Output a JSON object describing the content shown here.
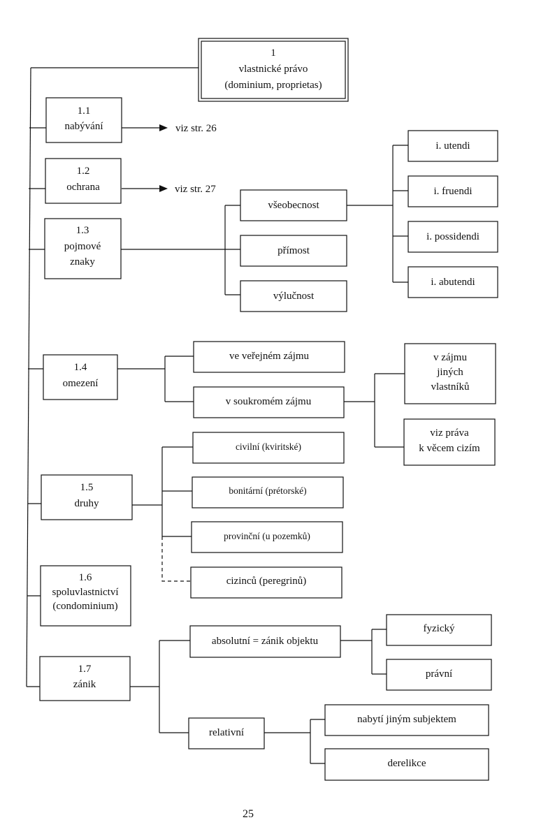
{
  "root": {
    "number": "1",
    "title": "vlastnické právo",
    "latin": "(dominium, proprietas)"
  },
  "nabyvani": {
    "number": "1.1",
    "label": "nabývání",
    "ref": "viz str. 26"
  },
  "ochrana": {
    "number": "1.2",
    "label": "ochrana",
    "ref": "viz str. 27"
  },
  "znaky": {
    "number": "1.3",
    "label_line1": "pojmové",
    "label_line2": "znaky",
    "items": [
      "všeobecnost",
      "přímost",
      "výlučnost"
    ],
    "iura": [
      "i. utendi",
      "i. fruendi",
      "i. possidendi",
      "i. abutendi"
    ]
  },
  "omezeni": {
    "number": "1.4",
    "label": "omezení",
    "public": "ve veřejném zájmu",
    "private": "v soukromém zájmu",
    "owners": [
      "v zájmu",
      "jiných",
      "vlastníků"
    ],
    "other_rights": [
      "viz práva",
      "k věcem cizím"
    ]
  },
  "druhy": {
    "number": "1.5",
    "label": "druhy",
    "items": [
      "civilní (kviritské)",
      "bonitární (prétorské)",
      "provinční (u pozemků)",
      "cizinců (peregrinů)"
    ]
  },
  "spoluvlastnictvi": {
    "number": "1.6",
    "label": "spoluvlastnictví",
    "latin": "(condominium)"
  },
  "zanik": {
    "number": "1.7",
    "label": "zánik",
    "absolute": "absolutní = zánik objektu",
    "absolute_items": [
      "fyzický",
      "právní"
    ],
    "relative": "relativní",
    "relative_items": [
      "nabytí jiným subjektem",
      "derelikce"
    ]
  },
  "page_number": "25"
}
